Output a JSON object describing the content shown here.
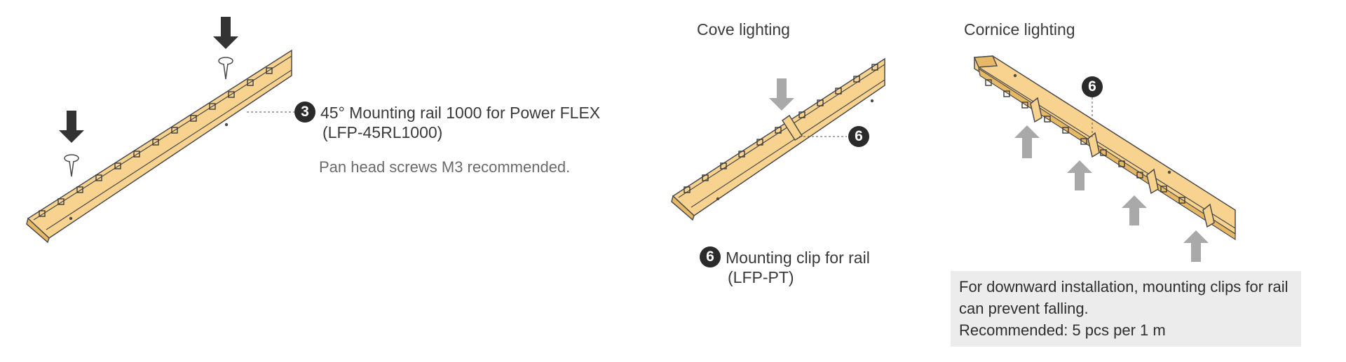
{
  "colors": {
    "rail_fill": "#f7d38f",
    "rail_stroke": "#4a4a4a",
    "led_stroke": "#3a3a3a",
    "dark_arrow": "#333333",
    "grey_arrow": "#a9a9a9",
    "badge_bg": "#2b2b2b",
    "note_box_bg": "#ececec"
  },
  "left_panel": {
    "callout_3": {
      "number": "3",
      "line1": "45° Mounting rail 1000 for Power FLEX",
      "line2": "(LFP-45RL1000)"
    },
    "note": "Pan head screws M3 recommended.",
    "icons": [
      "down-arrow-icon",
      "screw-icon"
    ]
  },
  "cove_panel": {
    "heading": "Cove lighting",
    "callout_6": {
      "number": "6"
    },
    "legend_6": {
      "number": "6",
      "line1": "Mounting clip for rail",
      "line2": "(LFP-PT)"
    }
  },
  "cornice_panel": {
    "heading": "Cornice lighting",
    "callout_6": {
      "number": "6"
    },
    "info_box": {
      "line1": "For downward installation, mounting clips for rail",
      "line2": "can prevent falling.",
      "line3": "Recommended: 5 pcs per 1 m"
    }
  }
}
